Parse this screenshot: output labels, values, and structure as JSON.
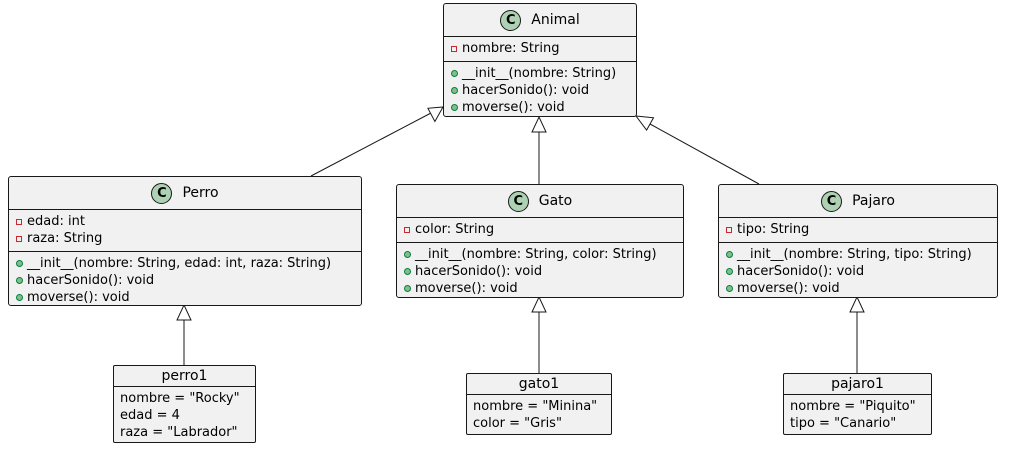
{
  "classes": {
    "animal": {
      "name": "Animal",
      "attributes": [
        {
          "visibility": "private",
          "text": "nombre: String"
        }
      ],
      "methods": [
        {
          "visibility": "public",
          "text": "__init__(nombre: String)"
        },
        {
          "visibility": "public",
          "text": "hacerSonido(): void"
        },
        {
          "visibility": "public",
          "text": "moverse(): void"
        }
      ]
    },
    "perro": {
      "name": "Perro",
      "attributes": [
        {
          "visibility": "private",
          "text": "edad: int"
        },
        {
          "visibility": "private",
          "text": "raza: String"
        }
      ],
      "methods": [
        {
          "visibility": "public",
          "text": "__init__(nombre: String, edad: int, raza: String)"
        },
        {
          "visibility": "public",
          "text": "hacerSonido(): void"
        },
        {
          "visibility": "public",
          "text": "moverse(): void"
        }
      ]
    },
    "gato": {
      "name": "Gato",
      "attributes": [
        {
          "visibility": "private",
          "text": "color: String"
        }
      ],
      "methods": [
        {
          "visibility": "public",
          "text": "__init__(nombre: String, color: String)"
        },
        {
          "visibility": "public",
          "text": "hacerSonido(): void"
        },
        {
          "visibility": "public",
          "text": "moverse(): void"
        }
      ]
    },
    "pajaro": {
      "name": "Pajaro",
      "attributes": [
        {
          "visibility": "private",
          "text": "tipo: String"
        }
      ],
      "methods": [
        {
          "visibility": "public",
          "text": "__init__(nombre: String, tipo: String)"
        },
        {
          "visibility": "public",
          "text": "hacerSonido(): void"
        },
        {
          "visibility": "public",
          "text": "moverse(): void"
        }
      ]
    }
  },
  "objects": {
    "perro1": {
      "name": "perro1",
      "fields": [
        "nombre = \"Rocky\"",
        "edad = 4",
        "raza = \"Labrador\""
      ]
    },
    "gato1": {
      "name": "gato1",
      "fields": [
        "nombre = \"Minina\"",
        "color = \"Gris\""
      ]
    },
    "pajaro1": {
      "name": "pajaro1",
      "fields": [
        "nombre = \"Piquito\"",
        "tipo = \"Canario\""
      ]
    }
  },
  "stereotype_letter": "C",
  "colors": {
    "box_fill": "#f1f1f1",
    "border": "#181818",
    "class_circle": "#add1b2",
    "private_marker": "#c82930",
    "public_marker": "#84be84"
  }
}
